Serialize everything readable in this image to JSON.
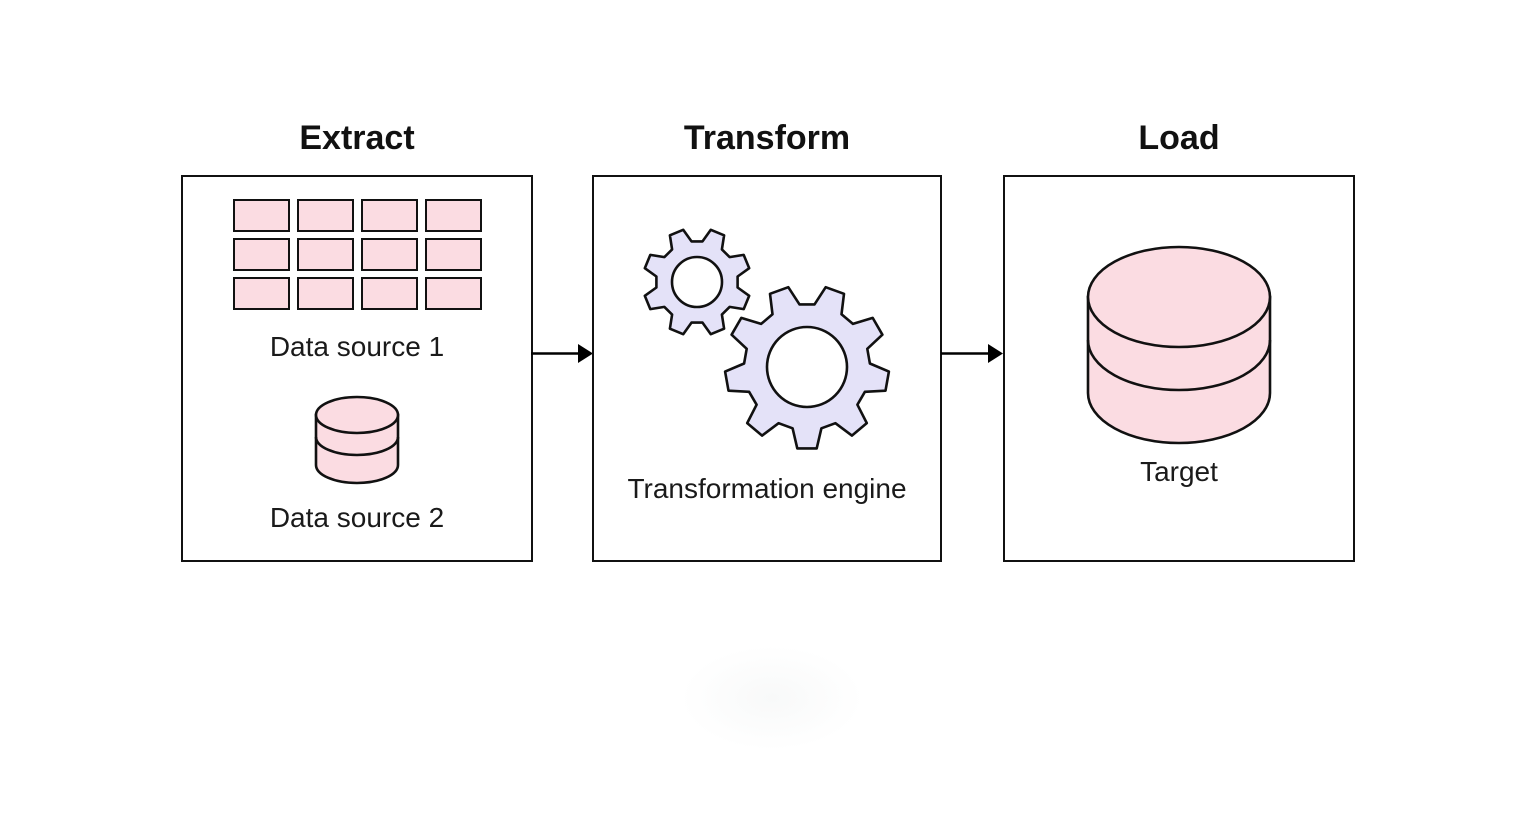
{
  "colors": {
    "pink": "#fbdce2",
    "lavender": "#e4e2f8",
    "stroke": "#111111",
    "text": "#1a1a1a",
    "arrow": "#000000"
  },
  "icons": {
    "extract_table": "table-grid-icon",
    "extract_database": "database-cylinder-icon",
    "transform_gears": "gears-icon",
    "load_database": "database-cylinder-icon"
  },
  "stages": [
    {
      "title": "Extract",
      "items": [
        {
          "label": "Data source 1"
        },
        {
          "label": "Data source 2"
        }
      ]
    },
    {
      "title": "Transform",
      "items": [
        {
          "label": "Transformation engine"
        }
      ]
    },
    {
      "title": "Load",
      "items": [
        {
          "label": "Target"
        }
      ]
    }
  ]
}
